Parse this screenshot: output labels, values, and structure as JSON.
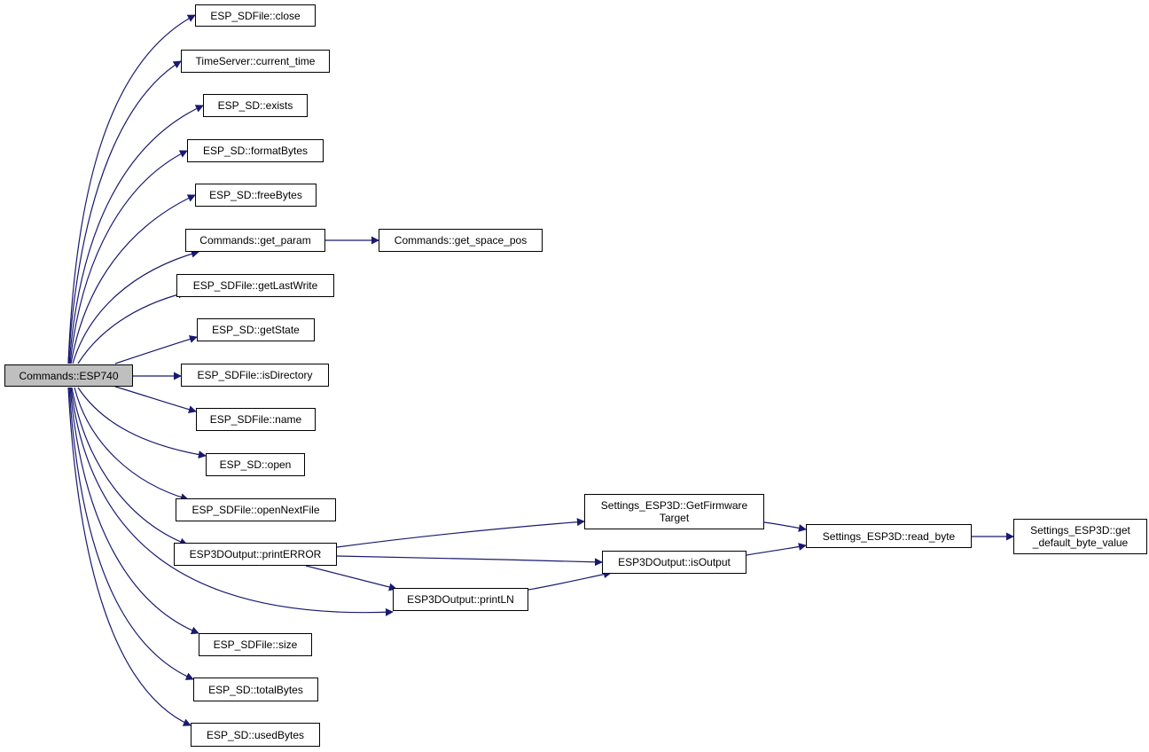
{
  "colors": {
    "edge": "#191970",
    "root_fill": "#bfbfbf",
    "node_fill": "#ffffff",
    "border": "#000000"
  },
  "nodes": {
    "root": "Commands::ESP740",
    "close": "ESP_SDFile::close",
    "current_time": "TimeServer::current_time",
    "exists": "ESP_SD::exists",
    "formatBytes": "ESP_SD::formatBytes",
    "freeBytes": "ESP_SD::freeBytes",
    "get_param": "Commands::get_param",
    "get_space_pos": "Commands::get_space_pos",
    "getLastWrite": "ESP_SDFile::getLastWrite",
    "getState": "ESP_SD::getState",
    "isDirectory": "ESP_SDFile::isDirectory",
    "name": "ESP_SDFile::name",
    "open": "ESP_SD::open",
    "openNextFile": "ESP_SDFile::openNextFile",
    "printERROR": "ESP3DOutput::printERROR",
    "printLN": "ESP3DOutput::printLN",
    "isOutput": "ESP3DOutput::isOutput",
    "GetFirmwareTarget": [
      "Settings_ESP3D::GetFirmware",
      "Target"
    ],
    "read_byte": "Settings_ESP3D::read_byte",
    "get_default_byte_value": [
      "Settings_ESP3D::get",
      "_default_byte_value"
    ],
    "size": "ESP_SDFile::size",
    "totalBytes": "ESP_SD::totalBytes",
    "usedBytes": "ESP_SD::usedBytes"
  }
}
